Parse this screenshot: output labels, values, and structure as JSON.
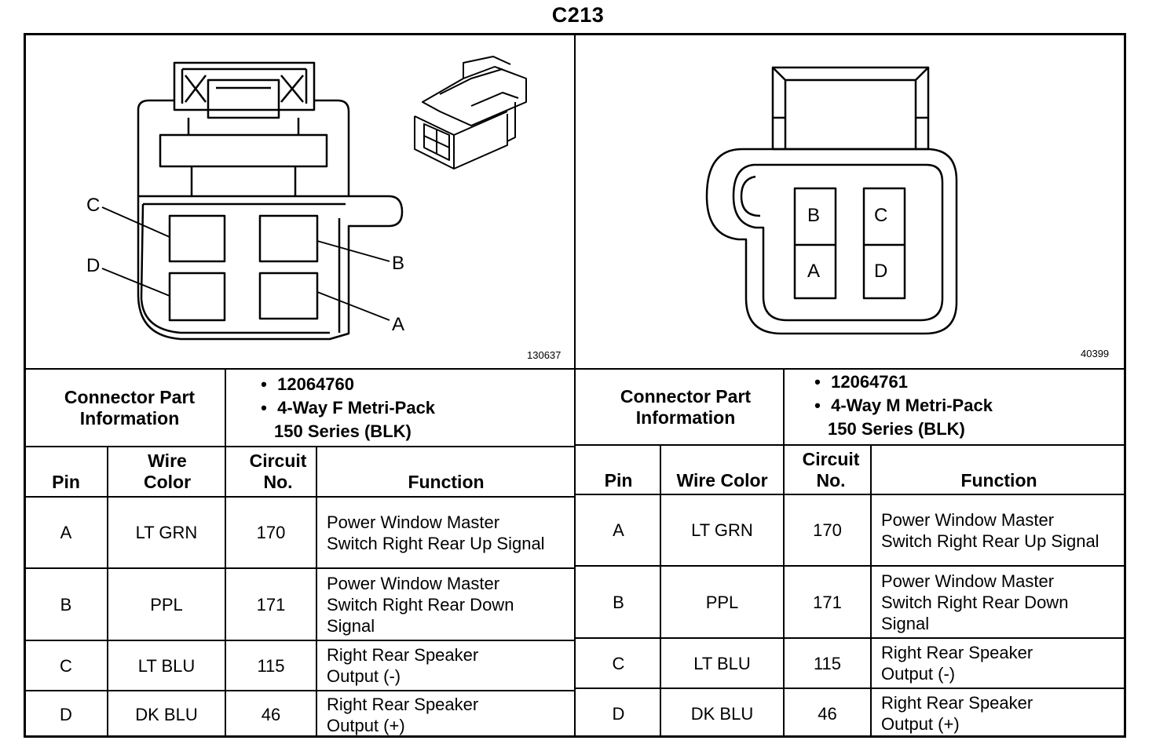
{
  "title": "C213",
  "left": {
    "diagram_number": "130637",
    "callouts": {
      "c": "C",
      "d": "D",
      "b": "B",
      "a": "A"
    },
    "info_label": "Connector Part Information",
    "part_number": "12064760",
    "description_line1": "4-Way F Metri-Pack",
    "description_line2": "150 Series (BLK)",
    "headers": {
      "pin": "Pin",
      "wire_color": "Wire Color",
      "circuit": "Circuit No.",
      "function": "Function"
    },
    "rows": [
      {
        "pin": "A",
        "color": "LT GRN",
        "circuit": "170",
        "function": "Power Window Master Switch Right Rear Up Signal"
      },
      {
        "pin": "B",
        "color": "PPL",
        "circuit": "171",
        "function": "Power Window Master Switch Right Rear Down Signal"
      },
      {
        "pin": "C",
        "color": "LT BLU",
        "circuit": "115",
        "function": "Right Rear Speaker Output (-)"
      },
      {
        "pin": "D",
        "color": "DK BLU",
        "circuit": "46",
        "function": "Right Rear Speaker Output (+)"
      }
    ]
  },
  "right": {
    "diagram_number": "40399",
    "cavities": {
      "b": "B",
      "c": "C",
      "a": "A",
      "d": "D"
    },
    "info_label": "Connector Part Information",
    "part_number": "12064761",
    "description_line1": "4-Way M Metri-Pack",
    "description_line2": "150 Series (BLK)",
    "headers": {
      "pin": "Pin",
      "wire_color": "Wire Color",
      "circuit": "Circuit No.",
      "function": "Function"
    },
    "rows": [
      {
        "pin": "A",
        "color": "LT GRN",
        "circuit": "170",
        "function": "Power Window Master Switch Right Rear Up Signal"
      },
      {
        "pin": "B",
        "color": "PPL",
        "circuit": "171",
        "function": "Power Window Master Switch Right Rear Down Signal"
      },
      {
        "pin": "C",
        "color": "LT BLU",
        "circuit": "115",
        "function": "Right Rear Speaker Output (-)"
      },
      {
        "pin": "D",
        "color": "DK BLU",
        "circuit": "46",
        "function": "Right Rear Speaker Output (+)"
      }
    ]
  }
}
